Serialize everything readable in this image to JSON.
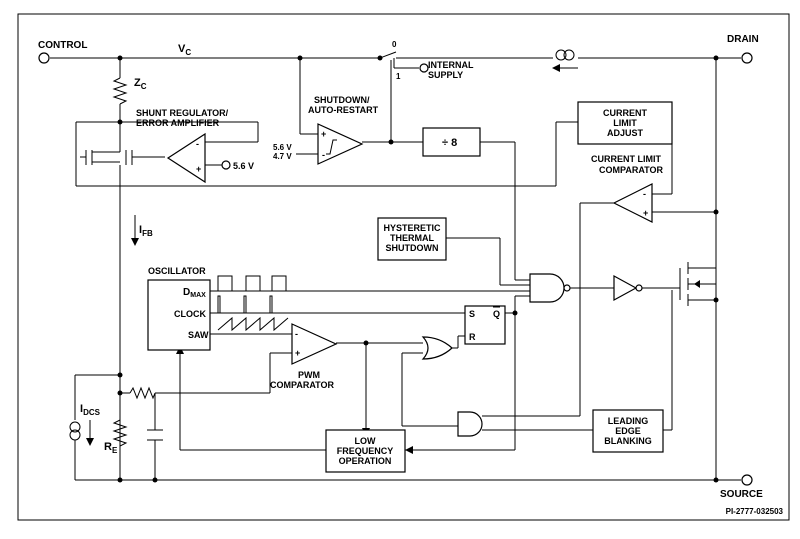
{
  "labels": {
    "control": "CONTROL",
    "vc_main": "V",
    "vc_sub": "C",
    "drain": "DRAIN",
    "source": "SOURCE",
    "zc_main": "Z",
    "zc_sub": "C",
    "shunt_line1": "SHUNT REGULATOR/",
    "shunt_line2": "ERROR AMPLIFIER",
    "v56_ref": "5.6 V",
    "shutdown_line1": "SHUTDOWN/",
    "shutdown_line2": "AUTO-RESTART",
    "hyst_high": "5.6 V",
    "hyst_low": "4.7 V",
    "internal_line1": "INTERNAL",
    "internal_line2": "SUPPLY",
    "switch_0": "0",
    "switch_1": "1",
    "divider": "÷ 8",
    "climit_adj_line1": "CURRENT",
    "climit_adj_line2": "LIMIT",
    "climit_adj_line3": "ADJUST",
    "climit_cmp_line1": "CURRENT LIMIT",
    "climit_cmp_line2": "COMPARATOR",
    "ifb_main": "I",
    "ifb_sub": "FB",
    "thermal_line1": "HYSTERETIC",
    "thermal_line2": "THERMAL",
    "thermal_line3": "SHUTDOWN",
    "oscillator": "OSCILLATOR",
    "dmax_main": "D",
    "dmax_sub": "MAX",
    "clock": "CLOCK",
    "saw": "SAW",
    "ff_s": "S",
    "ff_r": "R",
    "ff_q": "Q",
    "pwm_line1": "PWM",
    "pwm_line2": "COMPARATOR",
    "idcs_main": "I",
    "idcs_sub": "DCS",
    "re_main": "R",
    "re_sub": "E",
    "lfo_line1": "LOW",
    "lfo_line2": "FREQUENCY",
    "lfo_line3": "OPERATION",
    "leb_line1": "LEADING",
    "leb_line2": "EDGE",
    "leb_line3": "BLANKING",
    "comp_minus": "-",
    "comp_plus": "+",
    "figure_id": "PI-2777-032503"
  }
}
